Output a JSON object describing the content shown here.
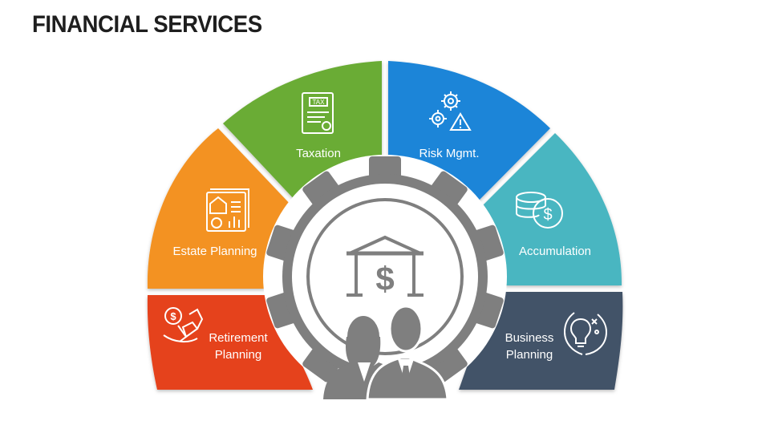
{
  "title": "FINANCIAL SERVICES",
  "segments": [
    {
      "id": "taxation",
      "label": "Taxation",
      "color": "#6aac35",
      "icon": "tax-document-icon",
      "icon_text": "TAX"
    },
    {
      "id": "risk",
      "label": "Risk Mgmt.",
      "color": "#1b85d8",
      "icon": "gears-warning-icon"
    },
    {
      "id": "accumulation",
      "label": "Accumulation",
      "color": "#4ab6c1",
      "icon": "coins-dollar-icon"
    },
    {
      "id": "business",
      "label_line1": "Business",
      "label_line2": "Planning",
      "color": "#435268",
      "icon": "strategy-lightbulb-icon"
    },
    {
      "id": "retirement",
      "label_line1": "Retirement",
      "label_line2": "Planning",
      "color": "#e5421a",
      "icon": "rocking-chair-dollar-icon"
    },
    {
      "id": "estate",
      "label": "Estate Planning",
      "color": "#f39221",
      "icon": "house-documents-icon"
    }
  ],
  "center": {
    "color": "#7f7f7f",
    "icon": "bank-dollar-gear-icon",
    "icon_text": "$",
    "people_icon": "business-people-icon"
  }
}
